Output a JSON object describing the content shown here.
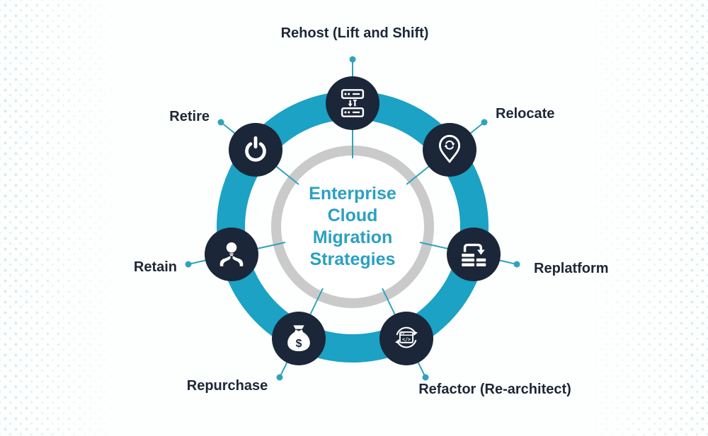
{
  "title": {
    "text": "Enterprise Cloud Migration Strategies",
    "lines": [
      "Enterprise",
      "Cloud",
      "Migration",
      "Strategies"
    ]
  },
  "strategies": [
    {
      "id": "rehost",
      "label": "Rehost (Lift and Shift)",
      "icon": "servers-transfer-icon"
    },
    {
      "id": "relocate",
      "label": "Relocate",
      "icon": "location-pin-sync-icon"
    },
    {
      "id": "replatform",
      "label": "Replatform",
      "icon": "layers-move-arrow-icon"
    },
    {
      "id": "refactor",
      "label": "Refactor (Re-architect)",
      "icon": "code-window-refresh-icon"
    },
    {
      "id": "repurchase",
      "label": "Repurchase",
      "icon": "money-bag-icon"
    },
    {
      "id": "retain",
      "label": "Retain",
      "icon": "hands-holding-lightbulb-icon"
    },
    {
      "id": "retire",
      "label": "Retire",
      "icon": "power-button-icon"
    }
  ],
  "colors": {
    "accent_teal": "#1BA2C4",
    "dark_navy": "#1B2638",
    "ring_gray": "#CACACA",
    "label_text": "#1E2736",
    "title_teal": "#2AA0C2"
  }
}
